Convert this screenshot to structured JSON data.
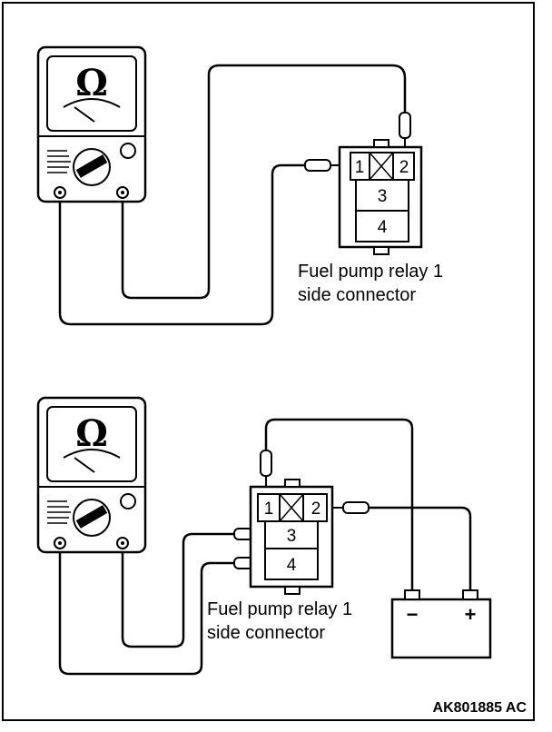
{
  "diagram_1": {
    "meter": {
      "symbol": "Ω",
      "icon": "ohmmeter-icon"
    },
    "connector": {
      "pins": [
        "1",
        "2",
        "3",
        "4"
      ]
    },
    "label_line1": "Fuel pump relay 1",
    "label_line2": "side connector"
  },
  "diagram_2": {
    "meter": {
      "symbol": "Ω",
      "icon": "ohmmeter-icon"
    },
    "connector": {
      "pins": [
        "1",
        "2",
        "3",
        "4"
      ]
    },
    "label_line1": "Fuel pump relay 1",
    "label_line2": "side connector",
    "battery": {
      "icon": "battery-icon",
      "negative": "−",
      "positive": "+"
    }
  },
  "figure_code": "AK801885 AC"
}
